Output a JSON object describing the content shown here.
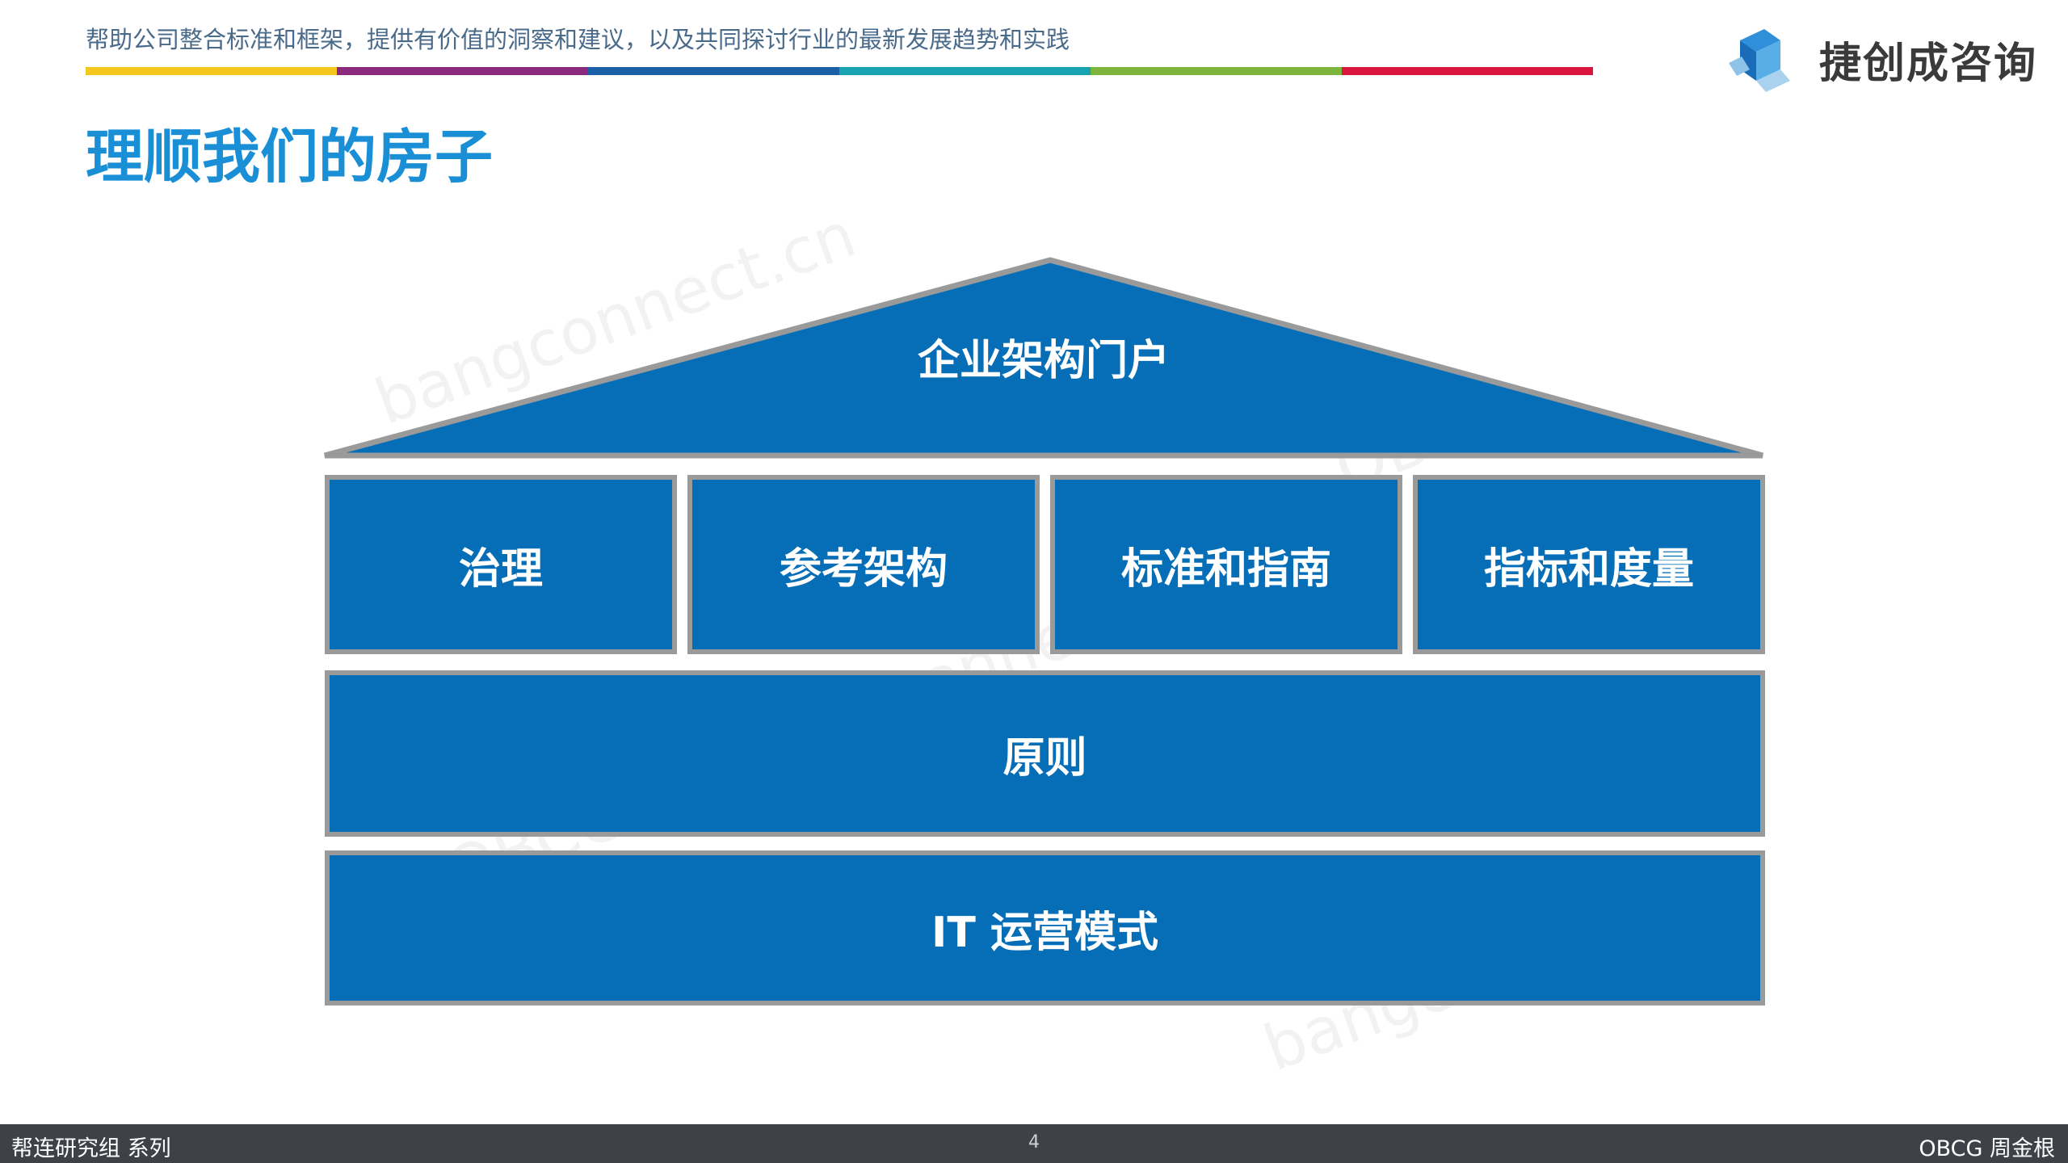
{
  "header": {
    "tagline": "帮助公司整合标准和框架，提供有价值的洞察和建议，以及共同探讨行业的最新发展趋势和实践",
    "rule_colors": [
      "#f3c71b",
      "#8a2a7e",
      "#1a5fa8",
      "#17a3b0",
      "#7cb43c",
      "#d9163e"
    ],
    "logo_text": "捷创成咨询"
  },
  "slide": {
    "title": "理顺我们的房子"
  },
  "watermarks": [
    "bangconnect.cn",
    "OBCG"
  ],
  "house": {
    "roof": "企业架构门户",
    "pillars": [
      "治理",
      "参考架构",
      "标准和指南",
      "指标和度量"
    ],
    "principles": "原则",
    "foundation": "IT 运营模式"
  },
  "colors": {
    "block_fill": "#066db7",
    "block_border": "#9a9a9a",
    "title": "#1a8fd6",
    "footer_bg": "#3e4148"
  },
  "footer": {
    "left": "帮连研究组 系列",
    "page_number": "4",
    "right": "OBCG 周金根"
  }
}
